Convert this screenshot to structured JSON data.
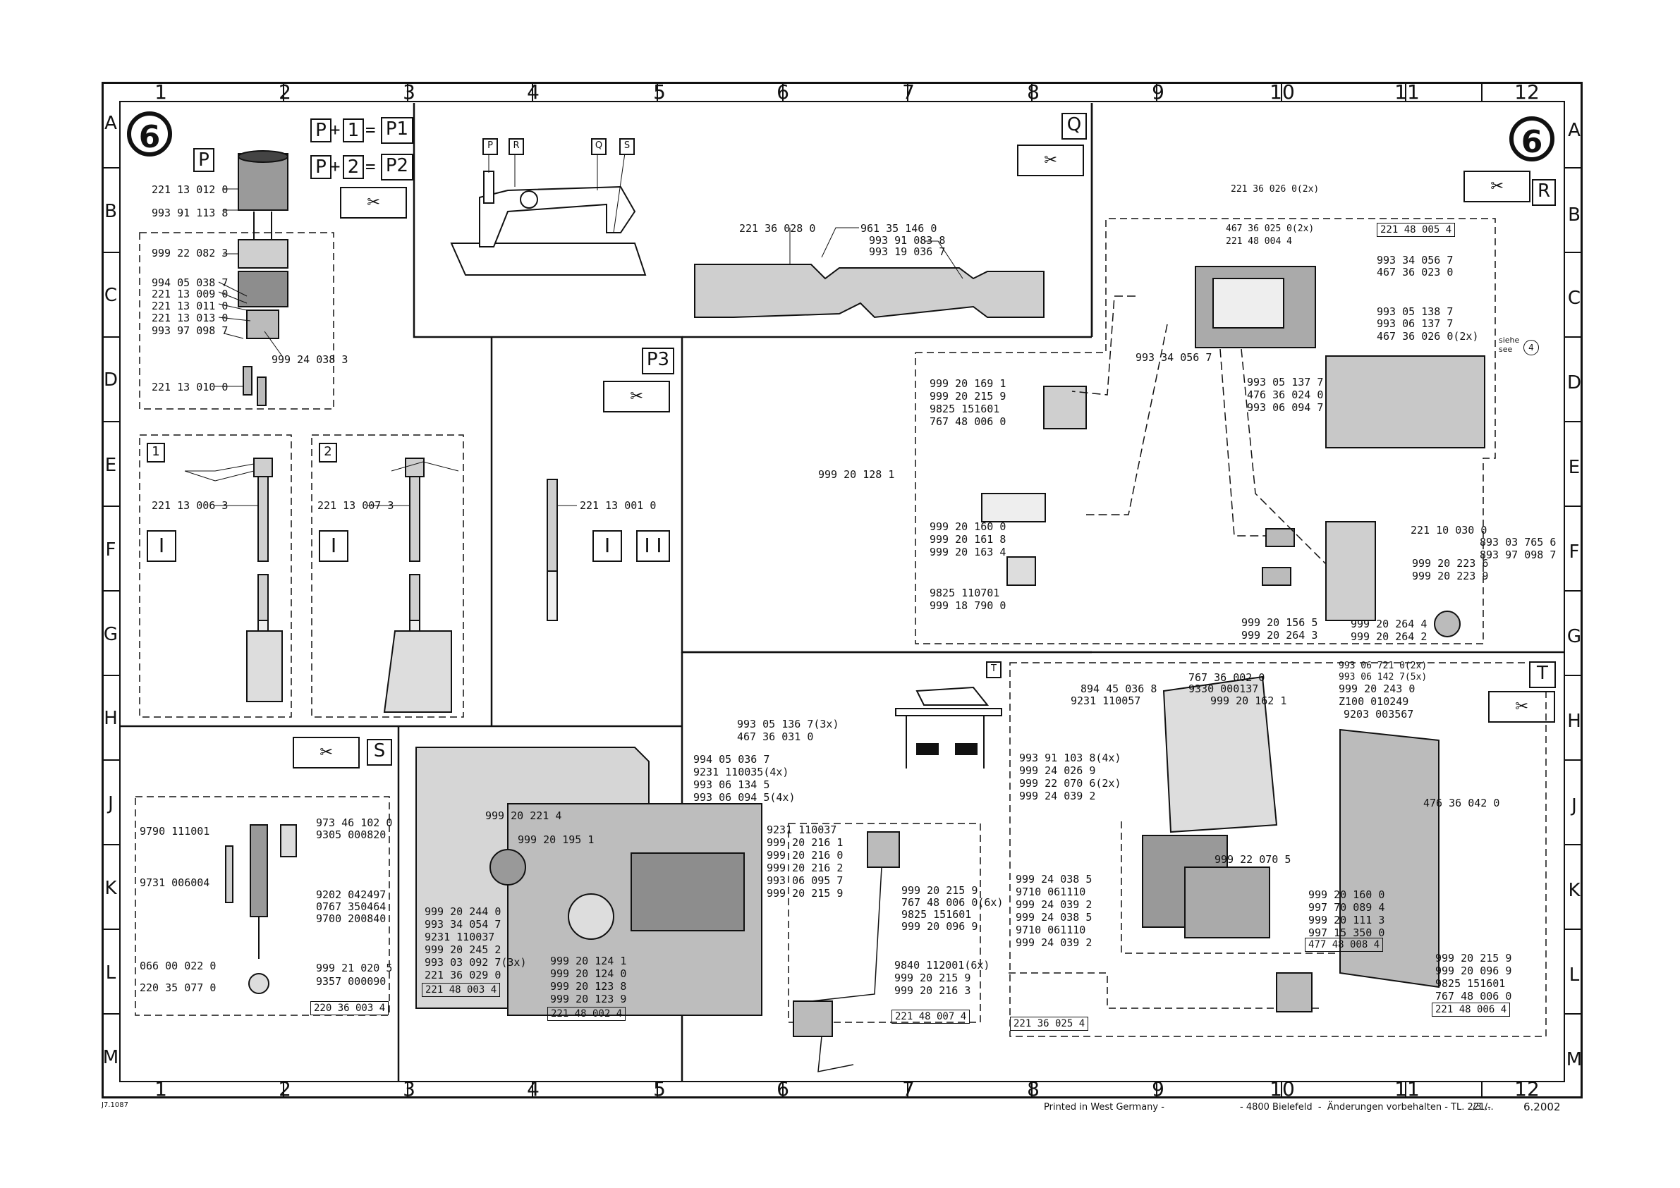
{
  "grid": {
    "columns": [
      "1",
      "2",
      "3",
      "4",
      "5",
      "6",
      "7",
      "8",
      "9",
      "10",
      "11",
      "12"
    ],
    "rows": [
      "A",
      "B",
      "C",
      "D",
      "E",
      "F",
      "G",
      "H",
      "J",
      "K",
      "L",
      "M"
    ]
  },
  "page_number": "6",
  "formula": {
    "p1": "P",
    "n1": "1",
    "r1": "P1",
    "p2": "P",
    "n2": "2",
    "r2": "P2"
  },
  "panels": {
    "p": "P",
    "q": "Q",
    "r": "R",
    "s": "S",
    "t": "T",
    "p3": "P3",
    "one": "1",
    "two": "2",
    "mach_p": "P",
    "mach_r": "R",
    "mach_q": "Q",
    "mach_s": "S",
    "mach_t": "T"
  },
  "parts_P": [
    "221 13 012 0",
    "993 91 113 8",
    "999 22 082 3",
    "994 05 038 7",
    "221 13 009 0",
    "221 13 011 0",
    "221 13 013 0",
    "993 97 098 7",
    "999 24 038 3",
    "221 13 010 0"
  ],
  "parts_1": [
    "221 13 006 3"
  ],
  "parts_2": [
    "221 13 007 3"
  ],
  "parts_P3": [
    "221 13 001 0"
  ],
  "parts_Q": [
    "221 36 028 0",
    "961 35 146 0",
    "993 91 083 8",
    "993 19 036 7"
  ],
  "parts_R_top": [
    "221 36 026 0(2x)",
    "467 36 025 0(2x)",
    "221 48 004 4",
    "221 48 005 4",
    "993 34 056 7",
    "467 36 023 0",
    "993 05 138 7",
    "993 06 137 7",
    "467 36 026 0(2x)",
    "993 34 056 7"
  ],
  "siehe": "siehe",
  "see": "see",
  "siehe_num": "4",
  "parts_R_cover": [
    "993 05 137 7",
    "476 36 024 0",
    "993 06 094 7"
  ],
  "parts_R_left": [
    "999 20 169 1",
    "999 20 215 9",
    "9825 151601",
    "767 48 006 0",
    "999 20 128 1",
    "999 20 160 0",
    "999 20 161 8",
    "999 20 163 4",
    "9825 110701",
    "999 18 790 0"
  ],
  "parts_R_right": [
    "221 10 030 0",
    "893 03 765 6",
    "893 97 098 7",
    "999 20 223 6",
    "999 20 223 9",
    "999 20 156 5",
    "999 20 264 3",
    "999 20 264 4",
    "999 20 264 2"
  ],
  "parts_S_right": [
    "973 46 102 0",
    "9305 000820",
    "9202 042497",
    "0767 350464",
    "9700 200840",
    "999 21 020 5",
    "9357 000090"
  ],
  "parts_S_left": [
    "9790 111001",
    "9731 006004",
    "066 00 022 0",
    "220 35 077 0"
  ],
  "stamp_S": "220 36 003 4",
  "parts_mid_top": [
    "993 05 136 7(3x)",
    "467 36 031 0",
    "994 05 036 7",
    "9231 110035(4x)",
    "993 06 134 5",
    "993 06 094 5(4x)"
  ],
  "parts_mid_inner": [
    "999 20 221 4",
    "999 20 195 1"
  ],
  "parts_mid_right": [
    "9231 110037",
    "999 20 216 1",
    "999 20 216 0",
    "999 20 216 2",
    "993 06 095 7",
    "999 20 215 9"
  ],
  "parts_mid_left": [
    "999 20 244 0",
    "993 34 054 7",
    "9231 110037",
    "999 20 245 2",
    "993 03 092 7(3x)",
    "221 36 029 0"
  ],
  "stamp_mid1": "221 48 003 4",
  "parts_mid_bottom": [
    "999 20 124 1",
    "999 20 124 0",
    "999 20 123 8",
    "999 20 123 9"
  ],
  "stamp_mid2": "221 48 002 4",
  "parts_7_switch": [
    "999 20 215 9",
    "767 48 006 0(6x)",
    "9825 151601",
    "999 20 096 9"
  ],
  "parts_7_bottom": [
    "9840 112001(6x)",
    "999 20 215 9",
    "999 20 216 3"
  ],
  "stamp_7": "221 48 007 4",
  "parts_T_top": [
    "993 06 721 0(2x)",
    "993 06 142 7(5x)",
    "767 36 002 0",
    "894 45 036 8",
    "9330 000137",
    "9231 110057",
    "999 20 162 1",
    "999 20 243 0",
    "Z100 010249",
    "9203 003567"
  ],
  "parts_T_left": [
    "993 91 103 8(4x)",
    "999 24 026 9",
    "999 22 070 6(2x)",
    "999 24 039 2",
    "999 24 038 5",
    "9710 061110",
    "999 24 039 2",
    "999 24 038 5",
    "9710 061110",
    "999 24 039 2"
  ],
  "parts_T_mid": [
    "999 22 070 5"
  ],
  "parts_T_cover": [
    "476 36 042 0"
  ],
  "parts_T_right": [
    "999 20 160 0",
    "997 70 089 4",
    "999 20 111 3",
    "997 15 350 0"
  ],
  "stamp_T1": "477 48 008 4",
  "parts_T_bottom": [
    "999 20 215 9",
    "999 20 096 9",
    "9825 151601",
    "767 48 006 0"
  ],
  "stamp_T2": "221 48 006 4",
  "stamp_T3": "221 36 025 4",
  "footer": {
    "code": "J7.1087",
    "printed": "Printed in West Germany -",
    "address": "- 4800 Bielefeld  -  Änderungen vorbehalten - TL. 221...",
    "page": "/3 /-",
    "date": "6.2002"
  }
}
